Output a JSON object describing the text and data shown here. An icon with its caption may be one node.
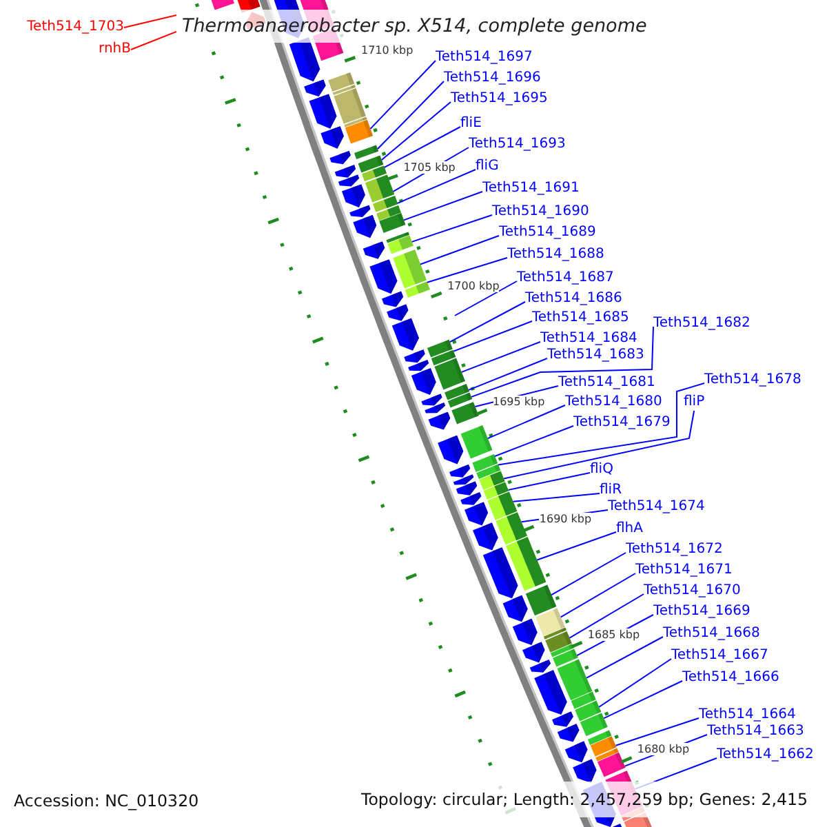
{
  "diagram": {
    "title": "Thermoanaerobacter sp. X514, complete genome",
    "nodes": [
      {
        "text": [
          "Teth514_1703"
        ]
      },
      {
        "text": [
          "rnhB"
        ]
      },
      {
        "text": [
          "Teth514_1697"
        ]
      },
      {
        "text": [
          "Teth514_1696"
        ]
      },
      {
        "text": [
          "Teth514_1695"
        ]
      },
      {
        "text": [
          "fliE"
        ]
      },
      {
        "text": [
          "Teth514_1693"
        ]
      },
      {
        "text": [
          "fliG"
        ]
      },
      {
        "text": [
          "Teth514_1691"
        ]
      },
      {
        "text": [
          "Teth514_1690"
        ]
      },
      {
        "text": [
          "Teth514_1689"
        ]
      },
      {
        "text": [
          "Teth514_1688"
        ]
      },
      {
        "text": [
          "Teth514_1687"
        ]
      },
      {
        "text": [
          "Teth514_1686"
        ]
      },
      {
        "text": [
          "Teth514_1685"
        ]
      },
      {
        "text": [
          "Teth514_1682"
        ]
      },
      {
        "text": [
          "Teth514_1684"
        ]
      },
      {
        "text": [
          "Teth514_1683"
        ]
      },
      {
        "text": [
          "Teth514_1678"
        ]
      },
      {
        "text": [
          "Teth514_1681"
        ]
      },
      {
        "text": [
          "Teth514_1680"
        ]
      },
      {
        "text": [
          "fliP"
        ]
      },
      {
        "text": [
          "Teth514_1679"
        ]
      },
      {
        "text": [
          "fliQ"
        ]
      },
      {
        "text": [
          "fliR"
        ]
      },
      {
        "text": [
          "Teth514_1674"
        ]
      },
      {
        "text": [
          "flhA"
        ]
      },
      {
        "text": [
          "Teth514_1672"
        ]
      },
      {
        "text": [
          "Teth514_1671"
        ]
      },
      {
        "text": [
          "Teth514_1670"
        ]
      },
      {
        "text": [
          "Teth514_1669"
        ]
      },
      {
        "text": [
          "Teth514_1668"
        ]
      },
      {
        "text": [
          "Teth514_1667"
        ]
      },
      {
        "text": [
          "Teth514_1666"
        ]
      },
      {
        "text": [
          "Teth514_1664"
        ]
      },
      {
        "text": [
          "Teth514_1663"
        ]
      },
      {
        "text": [
          "Teth514_1662"
        ]
      },
      {
        "text": [],
        "shape": "bar"
      },
      {
        "text": [],
        "shape": "bar"
      },
      {
        "text": [],
        "shape": "bar"
      },
      {
        "text": [],
        "shape": "bar"
      },
      {
        "text": [],
        "shape": "bar"
      },
      {
        "text": [],
        "shape": "bar"
      },
      {
        "text": [],
        "shape": "bar"
      },
      {
        "text": [],
        "shape": "bar"
      },
      {
        "text": [],
        "shape": "bar"
      },
      {
        "text": [],
        "shape": "bar"
      },
      {
        "text": [],
        "shape": "bar"
      },
      {
        "text": [],
        "shape": "bar"
      },
      {
        "text": [],
        "shape": "bar"
      },
      {
        "text": [],
        "shape": "bar"
      },
      {
        "text": [],
        "shape": "bar"
      },
      {
        "text": [],
        "shape": "bar"
      },
      {
        "text": [],
        "shape": "bar"
      },
      {
        "text": [],
        "shape": "bar"
      },
      {
        "text": [],
        "shape": "bar"
      },
      {
        "text": [],
        "shape": "bar"
      },
      {
        "text": [],
        "shape": "bar"
      },
      {
        "text": [],
        "shape": "bar"
      },
      {
        "text": [],
        "shape": "bar"
      },
      {
        "text": [],
        "shape": "bar"
      },
      {
        "text": [],
        "shape": "bar"
      },
      {
        "text": [],
        "shape": "bar"
      },
      {
        "text": [],
        "shape": "bar"
      },
      {
        "text": [],
        "shape": "bar"
      },
      {
        "text": [],
        "shape": "bar"
      },
      {
        "text": [],
        "shape": "bar"
      },
      {
        "text": [],
        "shape": "bar"
      },
      {
        "text": [],
        "shape": "bar"
      },
      {
        "text": [],
        "shape": "bar"
      },
      {
        "text": [],
        "shape": "bar"
      }
    ],
    "edges": [
      {
        "from": 0,
        "to": null,
        "arrow": "none",
        "color": "#ff0000"
      },
      {
        "from": 1,
        "to": null,
        "arrow": "none",
        "color": "#ff0000"
      },
      {
        "from": 2,
        "to": 37,
        "arrow": "none"
      },
      {
        "from": 3,
        "to": 38,
        "arrow": "none"
      },
      {
        "from": 4,
        "to": 39,
        "arrow": "none"
      },
      {
        "from": 5,
        "to": 40,
        "arrow": "none"
      },
      {
        "from": 6,
        "to": 41,
        "arrow": "none"
      },
      {
        "from": 7,
        "to": 42,
        "arrow": "none"
      },
      {
        "from": 8,
        "to": 43,
        "arrow": "none"
      },
      {
        "from": 9,
        "to": 44,
        "arrow": "none"
      },
      {
        "from": 10,
        "to": 45,
        "arrow": "none"
      },
      {
        "from": 11,
        "to": 46,
        "arrow": "none"
      },
      {
        "from": 12,
        "to": null,
        "arrow": "none"
      },
      {
        "from": 13,
        "to": 47,
        "arrow": "none"
      },
      {
        "from": 14,
        "to": 48,
        "arrow": "none"
      },
      {
        "from": 15,
        "to": 51,
        "arrow": "none"
      },
      {
        "from": 16,
        "to": 49,
        "arrow": "none"
      },
      {
        "from": 17,
        "to": 50,
        "arrow": "none"
      },
      {
        "from": 18,
        "to": 55,
        "arrow": "none"
      },
      {
        "from": 19,
        "to": 52,
        "arrow": "none"
      },
      {
        "from": 20,
        "to": 53,
        "arrow": "none"
      },
      {
        "from": 21,
        "to": 56,
        "arrow": "none"
      },
      {
        "from": 22,
        "to": 54,
        "arrow": "none"
      },
      {
        "from": 23,
        "to": 57,
        "arrow": "none"
      },
      {
        "from": 24,
        "to": 58,
        "arrow": "none"
      },
      {
        "from": 25,
        "to": 59,
        "arrow": "none"
      },
      {
        "from": 26,
        "to": 60,
        "arrow": "none"
      },
      {
        "from": 27,
        "to": 61,
        "arrow": "none"
      },
      {
        "from": 28,
        "to": 62,
        "arrow": "none"
      },
      {
        "from": 29,
        "to": 63,
        "arrow": "none"
      },
      {
        "from": 30,
        "to": 64,
        "arrow": "none"
      },
      {
        "from": 31,
        "to": 65,
        "arrow": "none"
      },
      {
        "from": 32,
        "to": 66,
        "arrow": "none"
      },
      {
        "from": 33,
        "to": 67,
        "arrow": "none"
      },
      {
        "from": 34,
        "to": 68,
        "arrow": "none"
      },
      {
        "from": 35,
        "to": 69,
        "arrow": "none"
      },
      {
        "from": 36,
        "to": 70,
        "arrow": "none"
      }
    ],
    "labels": [
      "1710 kbp",
      "1705 kbp",
      "1700 kbp",
      "1695 kbp",
      "1690 kbp",
      "1685 kbp",
      "1680 kbp",
      "Accession: NC_010320",
      "Topology: circular; Length: 2,457,259 bp; Genes: 2,415"
    ]
  }
}
